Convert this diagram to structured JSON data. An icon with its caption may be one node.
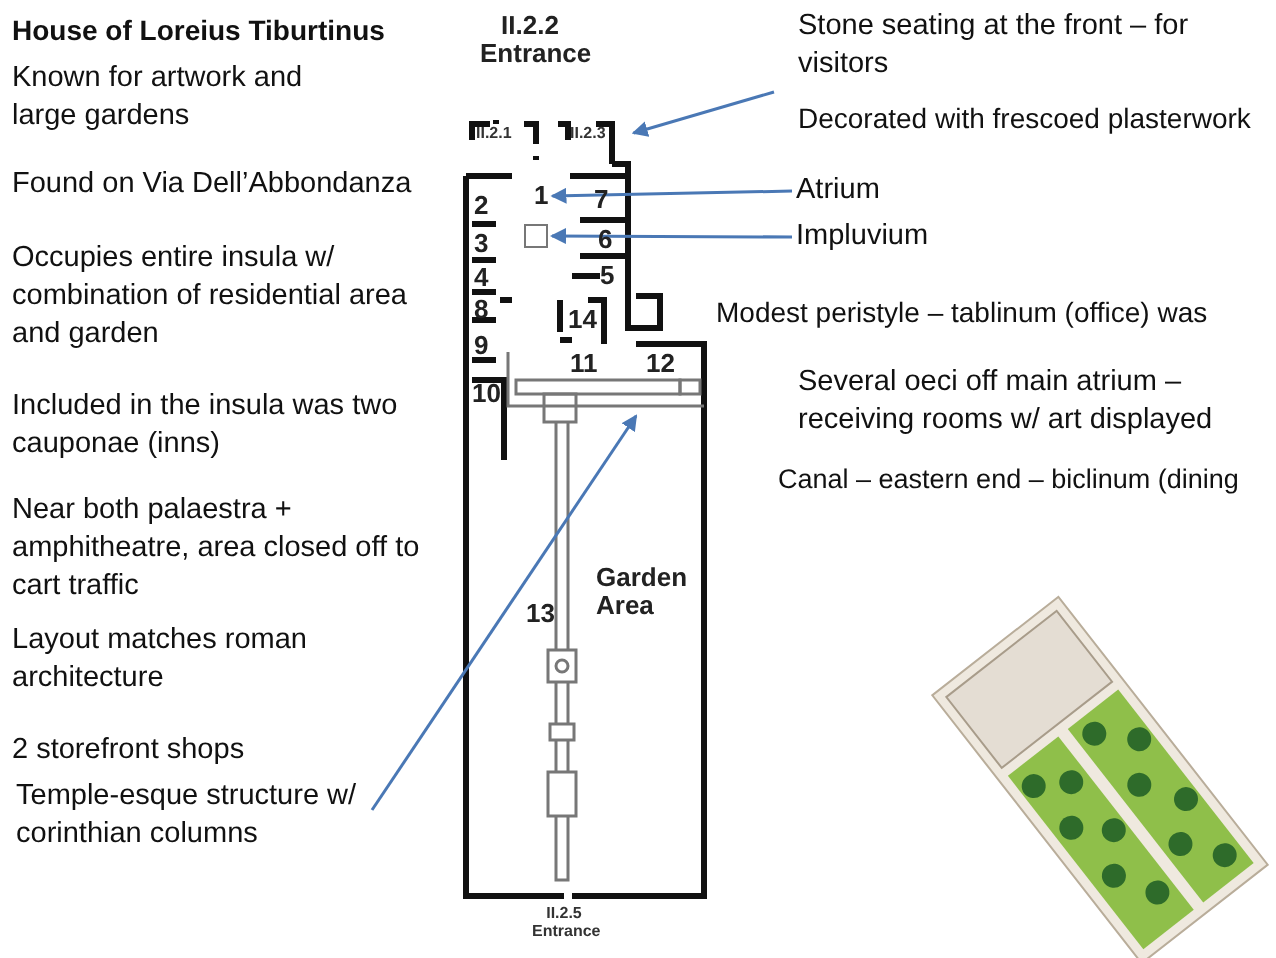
{
  "diagram": {
    "title": "House of Loreius Tiburtinus",
    "nodes": [
      {
        "text": [
          "Stone seating at the front – for visitors"
        ]
      },
      {
        "text": [
          "Atrium"
        ]
      },
      {
        "text": [
          "Impluvium"
        ]
      },
      {
        "text": [
          "Temple-esque structure w/ corinthian columns"
        ]
      },
      {
        "text": [
          "1"
        ]
      },
      {
        "text": [],
        "shape": "box"
      },
      {
        "text": [
          "II.2.3"
        ]
      }
    ],
    "edges": [
      {
        "from": 0,
        "to": 6,
        "arrow": "to"
      },
      {
        "from": 1,
        "to": 4,
        "arrow": "to"
      },
      {
        "from": 2,
        "to": 5,
        "arrow": "to"
      },
      {
        "from": 3,
        "to": null,
        "arrow": "to"
      }
    ],
    "labels": [
      "Known for artwork and large gardens",
      "II.2.2 Entrance",
      "II.2.1",
      "Decorated with frescoed plasterwork",
      "Found on Via Dell’Abbondanza",
      "2",
      "7",
      "3",
      "6",
      "Occupies entire insula w/ combination of residential area and garden",
      "4",
      "5",
      "8",
      "14",
      "Modest peristyle – tablinum (office) was",
      "9",
      "11",
      "12",
      "10",
      "Included in the insula was two cauponae (inns)",
      "Several oeci off main atrium – receiving rooms w/ art displayed",
      "Canal – eastern end – biclinum (dining",
      "Near both palaestra + amphitheatre, area closed off to cart traffic",
      "13",
      "Garden Area",
      "Layout matches roman architecture",
      "2 storefront shops",
      "II.2.5 Entrance"
    ]
  }
}
